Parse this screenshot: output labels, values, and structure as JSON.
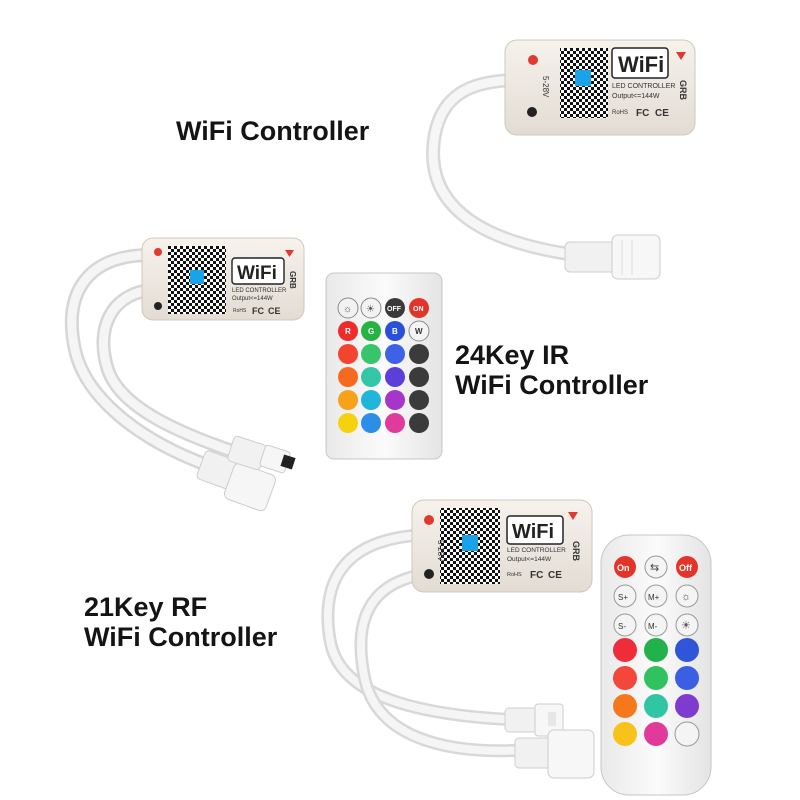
{
  "labels": {
    "wifi_controller": "WiFi Controller",
    "ir_line1": "24Key IR",
    "ir_line2": "WiFi Controller",
    "rf_line1": "21Key RF",
    "rf_line2": "WiFi Controller"
  },
  "controller": {
    "logo": "WiFi",
    "subtitle": "LED CONTROLLER",
    "output": "Output<=144W",
    "voltage": "5-28V",
    "rohs": "RoHS",
    "fc": "FC",
    "ce": "CE",
    "side_letters": "GRB"
  },
  "ir_remote": {
    "off": "OFF",
    "on": "ON",
    "row2": [
      "R",
      "G",
      "B",
      "W"
    ]
  },
  "rf_remote": {
    "on": "On",
    "off": "Off",
    "row2": [
      "S+",
      "M+"
    ],
    "row3": [
      "S-",
      "M-"
    ]
  },
  "colors": {
    "controller_body": "#efe9e2",
    "cable": "#f2f2f2",
    "remote_body": "#f7f7f7",
    "caption_text": "#141414"
  }
}
